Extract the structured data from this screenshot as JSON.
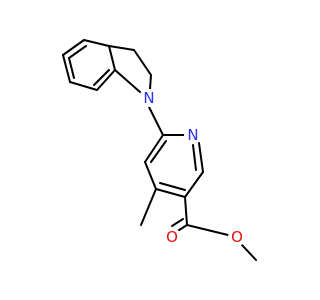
{
  "molecule": {
    "colors": {
      "bond": "#000000",
      "nitrogen": "#2b30e8",
      "oxygen": "#e8100b"
    },
    "atoms": {
      "indoline_n": {
        "symbol": "N",
        "element": "nitrogen"
      },
      "pyridine_n": {
        "symbol": "N",
        "element": "nitrogen"
      },
      "carbonyl_o": {
        "symbol": "O",
        "element": "oxygen"
      },
      "ester_o": {
        "symbol": "O",
        "element": "oxygen"
      }
    }
  }
}
